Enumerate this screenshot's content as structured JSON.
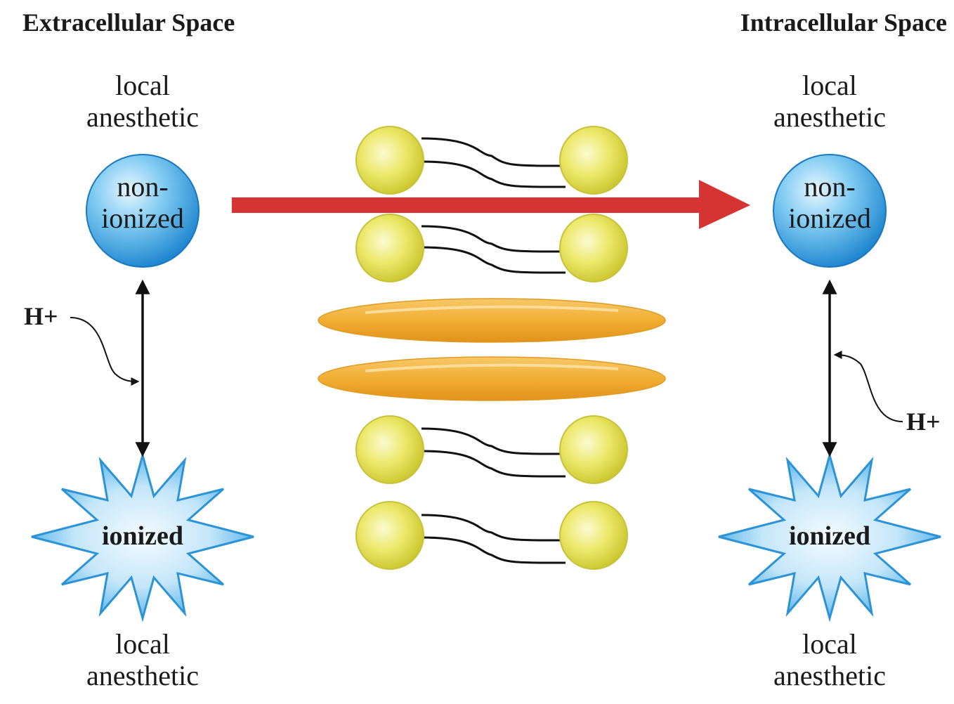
{
  "extracellular": {
    "title": "Extracellular Space",
    "top_label": "local\nanesthetic",
    "circle_label": "non-\nionized",
    "star_label": "ionized",
    "bottom_label": "local\nanesthetic",
    "proton_label": "H+"
  },
  "intracellular": {
    "title": "Intracellular Space",
    "top_label": "local\nanesthetic",
    "circle_label": "non-\nionized",
    "star_label": "ionized",
    "bottom_label": "local\nanesthetic",
    "proton_label": "H+"
  },
  "colors": {
    "arrow": "#d63333",
    "molecule_blue": "#3aa9e6",
    "lipid_head": "#e4e04a",
    "ellipse": "#f0ac2a"
  }
}
